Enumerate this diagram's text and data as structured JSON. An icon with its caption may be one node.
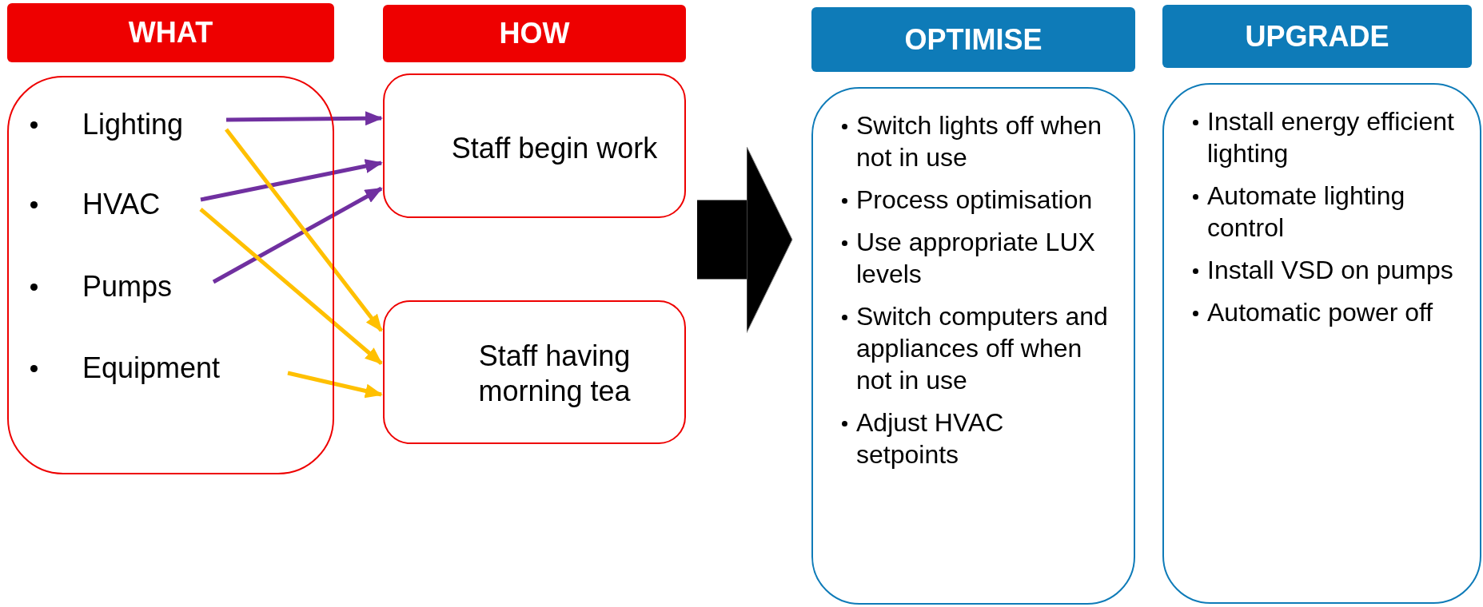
{
  "diagram": {
    "nodes": [
      {
        "text": [
          "WHAT"
        ]
      },
      {
        "text": [],
        "shape": "box"
      },
      {
        "text": [
          "Lighting"
        ],
        "in": 1
      },
      {
        "text": [
          "HVAC"
        ],
        "in": 1
      },
      {
        "text": [
          "Pumps"
        ],
        "in": 1
      },
      {
        "text": [
          "Equipment"
        ],
        "in": 1
      },
      {
        "text": [
          "HOW"
        ]
      },
      {
        "text": [
          "Staff begin work"
        ]
      },
      {
        "text": [
          "Staff having morning tea"
        ]
      },
      {
        "text": [
          "OPTIMISE"
        ]
      },
      {
        "text": [
          "Switch lights off when not in use",
          "Process optimisation",
          "Use appropriate LUX levels",
          "Switch computers and appliances off when not in use",
          "Adjust HVAC setpoints"
        ]
      },
      {
        "text": [
          "UPGRADE"
        ]
      },
      {
        "text": [
          "Install energy efficient lighting",
          "Automate lighting control",
          "Install VSD on pumps",
          "Automatic power off"
        ]
      }
    ],
    "edges": [
      {
        "from": 2,
        "to": 7,
        "arrow": "to",
        "color": "#7030a0"
      },
      {
        "from": 3,
        "to": 7,
        "arrow": "to",
        "color": "#7030a0"
      },
      {
        "from": 4,
        "to": 7,
        "arrow": "to",
        "color": "#7030a0"
      },
      {
        "from": 2,
        "to": 8,
        "arrow": "to",
        "color": "#ffc000"
      },
      {
        "from": 3,
        "to": 8,
        "arrow": "to",
        "color": "#ffc000"
      },
      {
        "from": 5,
        "to": 8,
        "arrow": "to",
        "color": "#ffc000"
      },
      {
        "from": null,
        "to": 10,
        "arrow": "to",
        "style": "thick",
        "color": "#000000"
      }
    ]
  }
}
